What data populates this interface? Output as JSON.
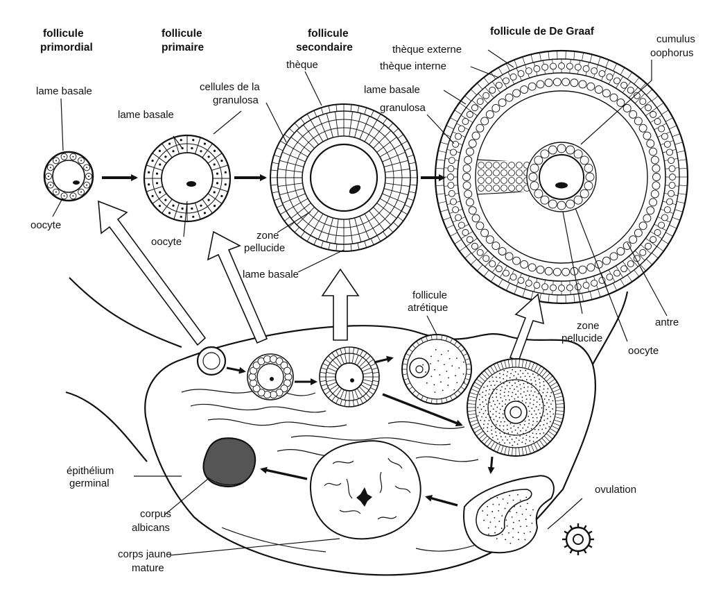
{
  "titles": {
    "primordial_1": "follicule",
    "primordial_2": "primordial",
    "primaire_1": "follicule",
    "primaire_2": "primaire",
    "secondaire_1": "follicule",
    "secondaire_2": "secondaire",
    "degraaf": "follicule de De Graaf"
  },
  "labels": {
    "lame_basale_1": "lame basale",
    "oocyte_1": "oocyte",
    "lame_basale_2": "lame basale",
    "oocyte_2": "oocyte",
    "cellules_granulosa_1": "cellules de la",
    "cellules_granulosa_2": "granulosa",
    "theque": "thèque",
    "zone_pellucide_1": "zone",
    "zone_pellucide_2": "pellucide",
    "lame_basale_3": "lame basale",
    "theque_externe": "thèque externe",
    "theque_interne": "thèque interne",
    "lame_basale_4": "lame basale",
    "granulosa": "granulosa",
    "cumulus_1": "cumulus",
    "cumulus_2": "oophorus",
    "follicule_atretique_1": "follicule",
    "follicule_atretique_2": "atrétique",
    "zone_pellucide_gf_1": "zone",
    "zone_pellucide_gf_2": "pellucide",
    "oocyte_gf": "oocyte",
    "antre": "antre",
    "ovulation": "ovulation",
    "epithelium_1": "épithélium",
    "epithelium_2": "germinal",
    "corpus_albicans_1": "corpus",
    "corpus_albicans_2": "albicans",
    "corps_jaune_1": "corps jaune",
    "corps_jaune_2": "mature"
  },
  "colors": {
    "ink": "#111111",
    "background": "#ffffff",
    "corpus_albicans_fill": "#555555"
  }
}
